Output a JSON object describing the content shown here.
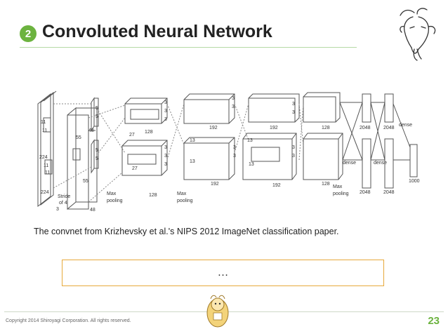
{
  "header": {
    "badge": "2",
    "title": "Convoluted Neural Network"
  },
  "diagram": {
    "labels": {
      "d11a": "11",
      "d11b": "11",
      "d224a": "224",
      "d224b": "224",
      "d11c": "11",
      "d11d": "11",
      "stride": "Stride",
      "of4": "of 4",
      "d3": "3",
      "d55a": "55",
      "d55b": "55",
      "d5a": "5",
      "d5b": "5",
      "d5c": "5",
      "d5d": "5",
      "d48a": "48",
      "d48b": "48",
      "max1a": "Max",
      "max1b": "pooling",
      "d27a": "27",
      "d27b": "27",
      "d128a": "128",
      "d128b": "128",
      "d3a": "3",
      "d3b": "3",
      "d3c": "3",
      "d3d": "3",
      "d3e": "3",
      "d3f": "3",
      "max2a": "Max",
      "max2b": "pooling",
      "d13a": "13",
      "d13b": "13",
      "d13c": "13",
      "d13d": "13",
      "d192a": "192",
      "d192b": "192",
      "d3g": "3",
      "d3h": "3",
      "d3i": "3",
      "d3j": "3",
      "d192c": "192",
      "d192d": "192",
      "d3k": "3",
      "d3l": "3",
      "d3m": "3",
      "d3n": "3",
      "d128c": "128",
      "d128d": "128",
      "max3a": "Max",
      "max3b": "pooling",
      "d2048a": "2048",
      "d2048b": "2048",
      "d2048c": "2048",
      "d2048d": "2048",
      "dense1": "dense",
      "dense2": "dense",
      "dense3": "dense",
      "d1000": "1000"
    }
  },
  "caption": "The convnet from Krizhevsky et al.'s NIPS 2012 ImageNet classification paper.",
  "note": "…",
  "footer": {
    "copyright": "Copyright 2014 Shiroyagi Corporation. All rights reserved.",
    "page": "23"
  }
}
